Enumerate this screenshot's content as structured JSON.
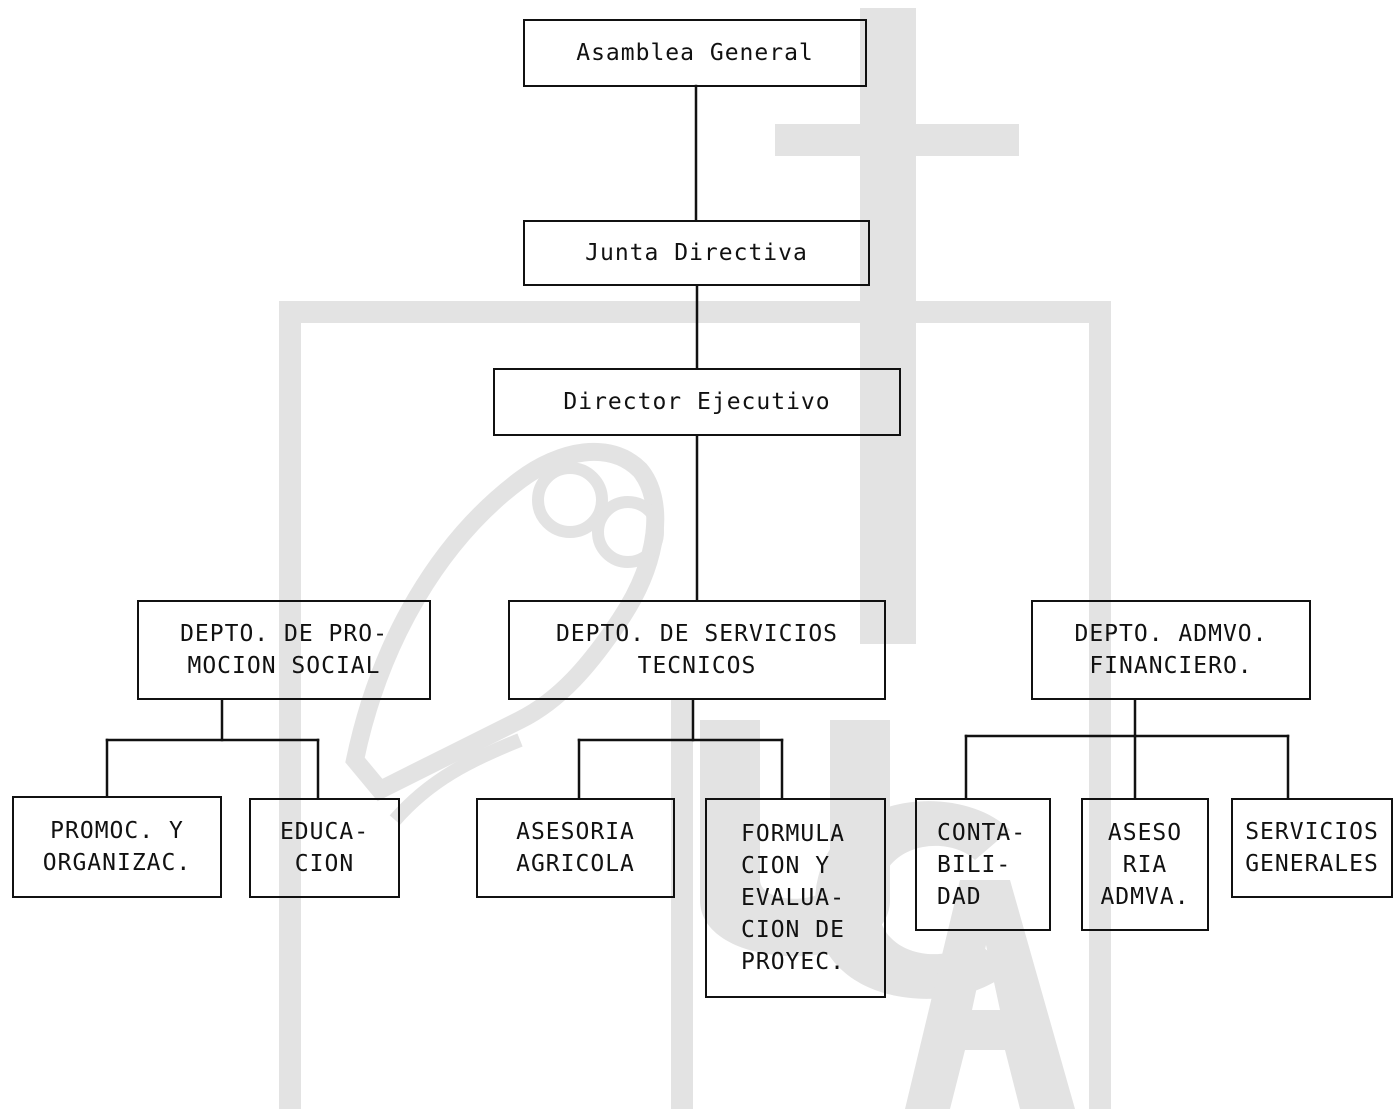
{
  "colors": {
    "ink": "#111111",
    "watermark": "#e3e3e3"
  },
  "watermark": {
    "logo_text": "UCA"
  },
  "nodes": {
    "asamblea": "Asamblea General",
    "junta": "Junta Directiva",
    "director": "Director Ejecutivo",
    "promocion_social": "DEPTO. DE PRO-\nMOCION  SOCIAL",
    "servicios_tecnicos": "DEPTO. DE SERVICIOS\nTECNICOS",
    "admvo_financiero": "DEPTO. ADMVO.\nFINANCIERO.",
    "promoc_organizac": "PROMOC. Y\nORGANIZAC.",
    "educacion": "EDUCA-\nCION",
    "asesoria_agricola": "ASESORIA\nAGRICOLA",
    "formulacion": "FORMULA\nCION  Y\nEVALUA-\nCION  DE\nPROYEC.",
    "contabilidad": "CONTA-\nBILI-\nDAD",
    "asesoria_admva": "ASESO\nRIA\nADMVA.",
    "servicios_generales": "SERVICIOS\nGENERALES"
  }
}
